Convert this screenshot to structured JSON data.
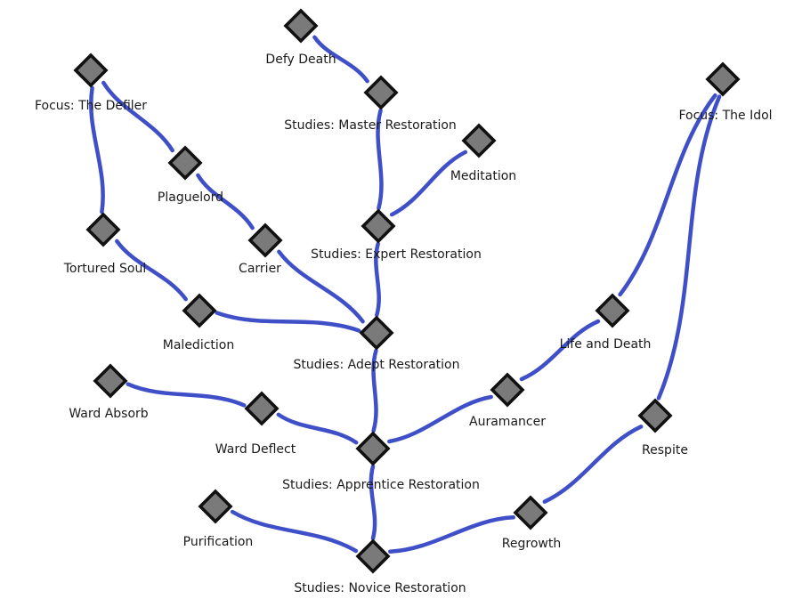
{
  "colors": {
    "edge": "#3f4fc8",
    "node_fill": "#7a7a7a",
    "node_stroke": "#111111",
    "background": "#ffffff",
    "text": "#1a1a1a"
  },
  "nodes": [
    {
      "id": "defy-death",
      "label": "Defy Death"
    },
    {
      "id": "master-restoration",
      "label": "Studies: Master Restoration"
    },
    {
      "id": "meditation",
      "label": "Meditation"
    },
    {
      "id": "expert-restoration",
      "label": "Studies: Expert Restoration"
    },
    {
      "id": "focus-the-defiler",
      "label": "Focus: The Defiler"
    },
    {
      "id": "plaguelord",
      "label": "Plaguelord"
    },
    {
      "id": "carrier",
      "label": "Carrier"
    },
    {
      "id": "tortured-soul",
      "label": "Tortured Soul"
    },
    {
      "id": "malediction",
      "label": "Malediction"
    },
    {
      "id": "adept-restoration",
      "label": "Studies: Adept Restoration"
    },
    {
      "id": "focus-the-idol",
      "label": "Focus: The Idol"
    },
    {
      "id": "life-and-death",
      "label": "Life and Death"
    },
    {
      "id": "auramancer",
      "label": "Auramancer"
    },
    {
      "id": "ward-absorb",
      "label": "Ward Absorb"
    },
    {
      "id": "ward-deflect",
      "label": "Ward Deflect"
    },
    {
      "id": "apprentice-restoration",
      "label": "Studies: Apprentice Restoration"
    },
    {
      "id": "respite",
      "label": "Respite"
    },
    {
      "id": "purification",
      "label": "Purification"
    },
    {
      "id": "regrowth",
      "label": "Regrowth"
    },
    {
      "id": "novice-restoration",
      "label": "Studies: Novice Restoration"
    }
  ],
  "edges": [
    [
      "defy-death",
      "master-restoration"
    ],
    [
      "master-restoration",
      "expert-restoration"
    ],
    [
      "meditation",
      "expert-restoration"
    ],
    [
      "expert-restoration",
      "adept-restoration"
    ],
    [
      "focus-the-defiler",
      "plaguelord"
    ],
    [
      "focus-the-defiler",
      "tortured-soul"
    ],
    [
      "plaguelord",
      "carrier"
    ],
    [
      "carrier",
      "adept-restoration"
    ],
    [
      "tortured-soul",
      "malediction"
    ],
    [
      "malediction",
      "adept-restoration"
    ],
    [
      "adept-restoration",
      "apprentice-restoration"
    ],
    [
      "ward-absorb",
      "ward-deflect"
    ],
    [
      "ward-deflect",
      "apprentice-restoration"
    ],
    [
      "auramancer",
      "apprentice-restoration"
    ],
    [
      "life-and-death",
      "auramancer"
    ],
    [
      "focus-the-idol",
      "life-and-death"
    ],
    [
      "focus-the-idol",
      "respite"
    ],
    [
      "respite",
      "regrowth"
    ],
    [
      "regrowth",
      "novice-restoration"
    ],
    [
      "purification",
      "novice-restoration"
    ],
    [
      "apprentice-restoration",
      "novice-restoration"
    ]
  ]
}
